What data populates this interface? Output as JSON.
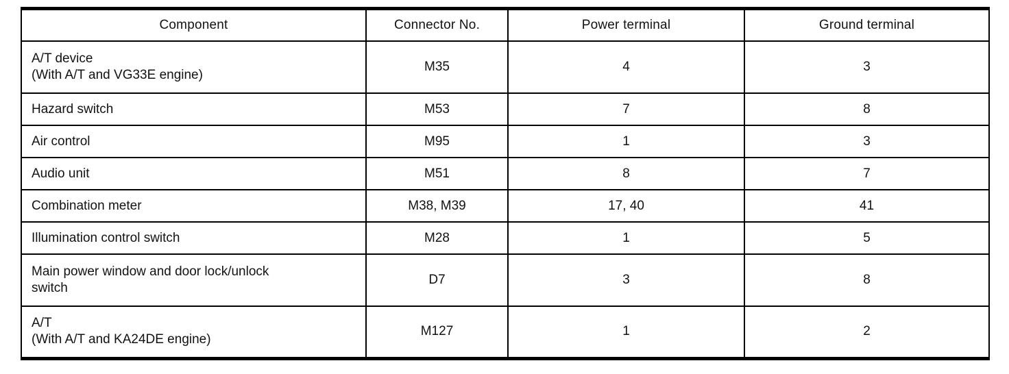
{
  "table": {
    "columns": [
      "Component",
      "Connector No.",
      "Power terminal",
      "Ground terminal"
    ],
    "rows": [
      {
        "component": "A/T device\n(With A/T and VG33E engine)",
        "connector": "M35",
        "power": "4",
        "ground": "3"
      },
      {
        "component": "Hazard switch",
        "connector": "M53",
        "power": "7",
        "ground": "8"
      },
      {
        "component": "Air control",
        "connector": "M95",
        "power": "1",
        "ground": "3"
      },
      {
        "component": "Audio unit",
        "connector": "M51",
        "power": "8",
        "ground": "7"
      },
      {
        "component": "Combination meter",
        "connector": "M38, M39",
        "power": "17, 40",
        "ground": "41"
      },
      {
        "component": "Illumination control switch",
        "connector": "M28",
        "power": "1",
        "ground": "5"
      },
      {
        "component": "Main power window and door lock/unlock\nswitch",
        "connector": "D7",
        "power": "3",
        "ground": "8"
      },
      {
        "component": "A/T\n(With A/T and KA24DE engine)",
        "connector": "M127",
        "power": "1",
        "ground": "2"
      }
    ],
    "colors": {
      "border": "#000000",
      "text": "#121212",
      "background": "#ffffff"
    }
  }
}
